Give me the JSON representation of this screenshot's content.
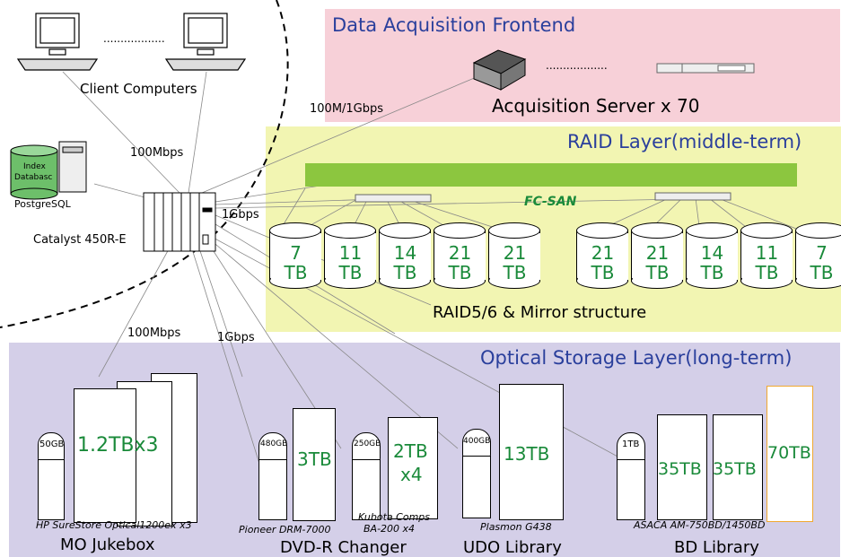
{
  "zones": {
    "frontend_title": "Data Acquisition Frontend",
    "raid_title": "RAID Layer(middle-term)",
    "optical_title": "Optical Storage Layer(long-term)"
  },
  "labels": {
    "client_computers": "Client Computers",
    "acq_server": "Acquisition Server x 70",
    "speed_100m_1g": "100M/1Gbps",
    "speed_100m_a": "100Mbps",
    "speed_1g_a": "1Gbps",
    "speed_100m_b": "100Mbps",
    "speed_1g_b": "1Gbps",
    "catalyst": "Catalyst 450R-E",
    "postgres": "PostgreSQL",
    "index_db_1": "Index",
    "index_db_2": "Databasc",
    "fc_san": "FC-SAN",
    "raid_structure": "RAID5/6 & Mirror structure",
    "dots_clients": "..................",
    "dots_servers": ".................."
  },
  "disks": [
    {
      "num": "7",
      "unit": "TB"
    },
    {
      "num": "11",
      "unit": "TB"
    },
    {
      "num": "14",
      "unit": "TB"
    },
    {
      "num": "21",
      "unit": "TB"
    },
    {
      "num": "21",
      "unit": "TB"
    },
    {
      "num": "21",
      "unit": "TB"
    },
    {
      "num": "21",
      "unit": "TB"
    },
    {
      "num": "14",
      "unit": "TB"
    },
    {
      "num": "11",
      "unit": "TB"
    },
    {
      "num": "7",
      "unit": "TB"
    }
  ],
  "optical": {
    "mo": {
      "drive": "50GB",
      "capacity": "1.2TBx3",
      "model": "HP SureStore Optical1200ex x3",
      "name": "MO Jukebox"
    },
    "dvd": {
      "drive1": "480GB",
      "cap1": "3TB",
      "drive2": "250GB",
      "cap2a": "2TB",
      "cap2b": "x4",
      "model1": "Pioneer DRM-7000",
      "model2a": "Kubota Comps",
      "model2b": "BA-200 x4",
      "name": "DVD-R Changer"
    },
    "udo": {
      "drive": "400GB",
      "capacity": "13TB",
      "model": "Plasmon G438",
      "name": "UDO Library"
    },
    "bd": {
      "drive": "1TB",
      "cap1": "35TB",
      "cap2": "35TB",
      "cap3": "70TB",
      "model": "ASACA AM-750BD/1450BD",
      "name": "BD Library"
    }
  },
  "colors": {
    "frontend_bg": "#f7d0d8",
    "raid_bg": "#f2f5b2",
    "optical_bg": "#d4cfe8",
    "san_bar": "#8cc63f",
    "title_blue": "#2a3f9c",
    "tb_green": "#1a8a3a",
    "bd_orange": "#f0a830"
  }
}
